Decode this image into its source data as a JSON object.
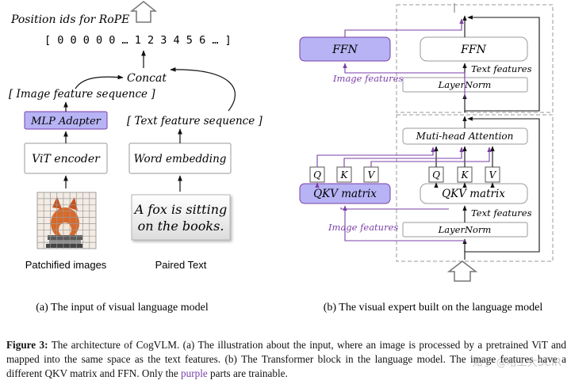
{
  "left": {
    "rope_title": "Position ids for RoPE",
    "position_ids": "[ 0 0 0 0 0 … 1 2 3 4 5 6 … ]",
    "concat": "Concat",
    "image_seq": "[ Image feature sequence ]",
    "text_seq": "[ Text  feature sequence ]",
    "mlp": "MLP Adapter",
    "vit": "ViT encoder",
    "word": "Word embedding",
    "sentence_l1": "A fox is sitting",
    "sentence_l2": "on the books.",
    "patch_label": "Patchified images",
    "paired_label": "Paired Text",
    "subcaption": "(a) The input of visual language model"
  },
  "right": {
    "ffn_purple": "FFN",
    "ffn_white": "FFN",
    "text_features_top": "Text features",
    "image_features_top": "Image features",
    "layernorm_top": "LayerNorm",
    "attention": "Muti-head Attention",
    "q": "Q",
    "k": "K",
    "v": "V",
    "qkv_purple": "QKV matrix",
    "qkv_white": "QKV matrix",
    "text_features_bottom": "Text features",
    "image_features_bottom": "Image features",
    "layernorm_bottom": "LayerNorm",
    "subcaption": "(b) The visual expert built on the language model"
  },
  "caption": {
    "label": "Figure 3:",
    "text_before": " The architecture of CogVLM. (a) The illustration about the input, where an image is processed by a pretrained ViT and mapped into the same space as the text features. (b) The Transformer block in the language model. The image features have a different QKV matrix and FFN. Only the ",
    "purple_word": "purple",
    "text_after": " parts are trainable."
  },
  "watermark": "知乎 @哈工大SCIR",
  "colors": {
    "purple_fill": "#b7b3f4",
    "purple_line": "#7a3fa8",
    "box_stroke": "#9a9a9a",
    "dashed": "#999999"
  }
}
